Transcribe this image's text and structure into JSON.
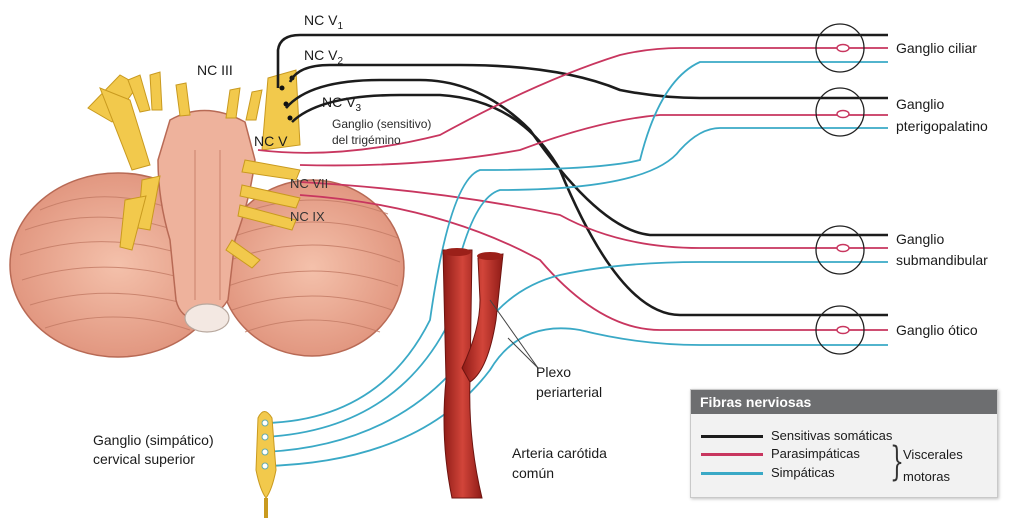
{
  "nerves": {
    "nc_iii": "NC III",
    "nc_v1": {
      "base": "NC V",
      "sub": "1"
    },
    "nc_v2": {
      "base": "NC V",
      "sub": "2"
    },
    "nc_v3": {
      "base": "NC V",
      "sub": "3"
    },
    "nc_v": "NC V",
    "nc_vii": "NC VII",
    "nc_ix": "NC IX"
  },
  "trigeminal_ganglion": {
    "line1": "Ganglio (sensitivo)",
    "line2": "del trigémino"
  },
  "ganglia": {
    "ciliar": "Ganglio ciliar",
    "pterigo_l1": "Ganglio",
    "pterigo_l2": "pterigopalatino",
    "submand_l1": "Ganglio",
    "submand_l2": "submandibular",
    "otico": "Ganglio ótico"
  },
  "sympathetic_ganglion": {
    "line1": "Ganglio (simpático)",
    "line2": "cervical superior"
  },
  "plexus": {
    "line1": "Plexo",
    "line2": "periarterial"
  },
  "artery": {
    "line1": "Arteria carótida",
    "line2": "común"
  },
  "legend": {
    "title": "Fibras nerviosas",
    "items": [
      {
        "label": "Sensitivas somáticas",
        "color": "#1c1c1c"
      },
      {
        "label": "Parasimpáticas",
        "color": "#c8365f"
      },
      {
        "label": "Simpáticas",
        "color": "#3aa9c6"
      }
    ],
    "group_line1": "Viscerales",
    "group_line2": "motoras"
  },
  "colors": {
    "sensory": "#1c1c1c",
    "parasympathetic": "#c8365f",
    "sympathetic": "#3aa9c6",
    "brainstem": "#e9a58e",
    "nerve_yellow": "#f2c94c",
    "artery_red": "#b82a22"
  }
}
